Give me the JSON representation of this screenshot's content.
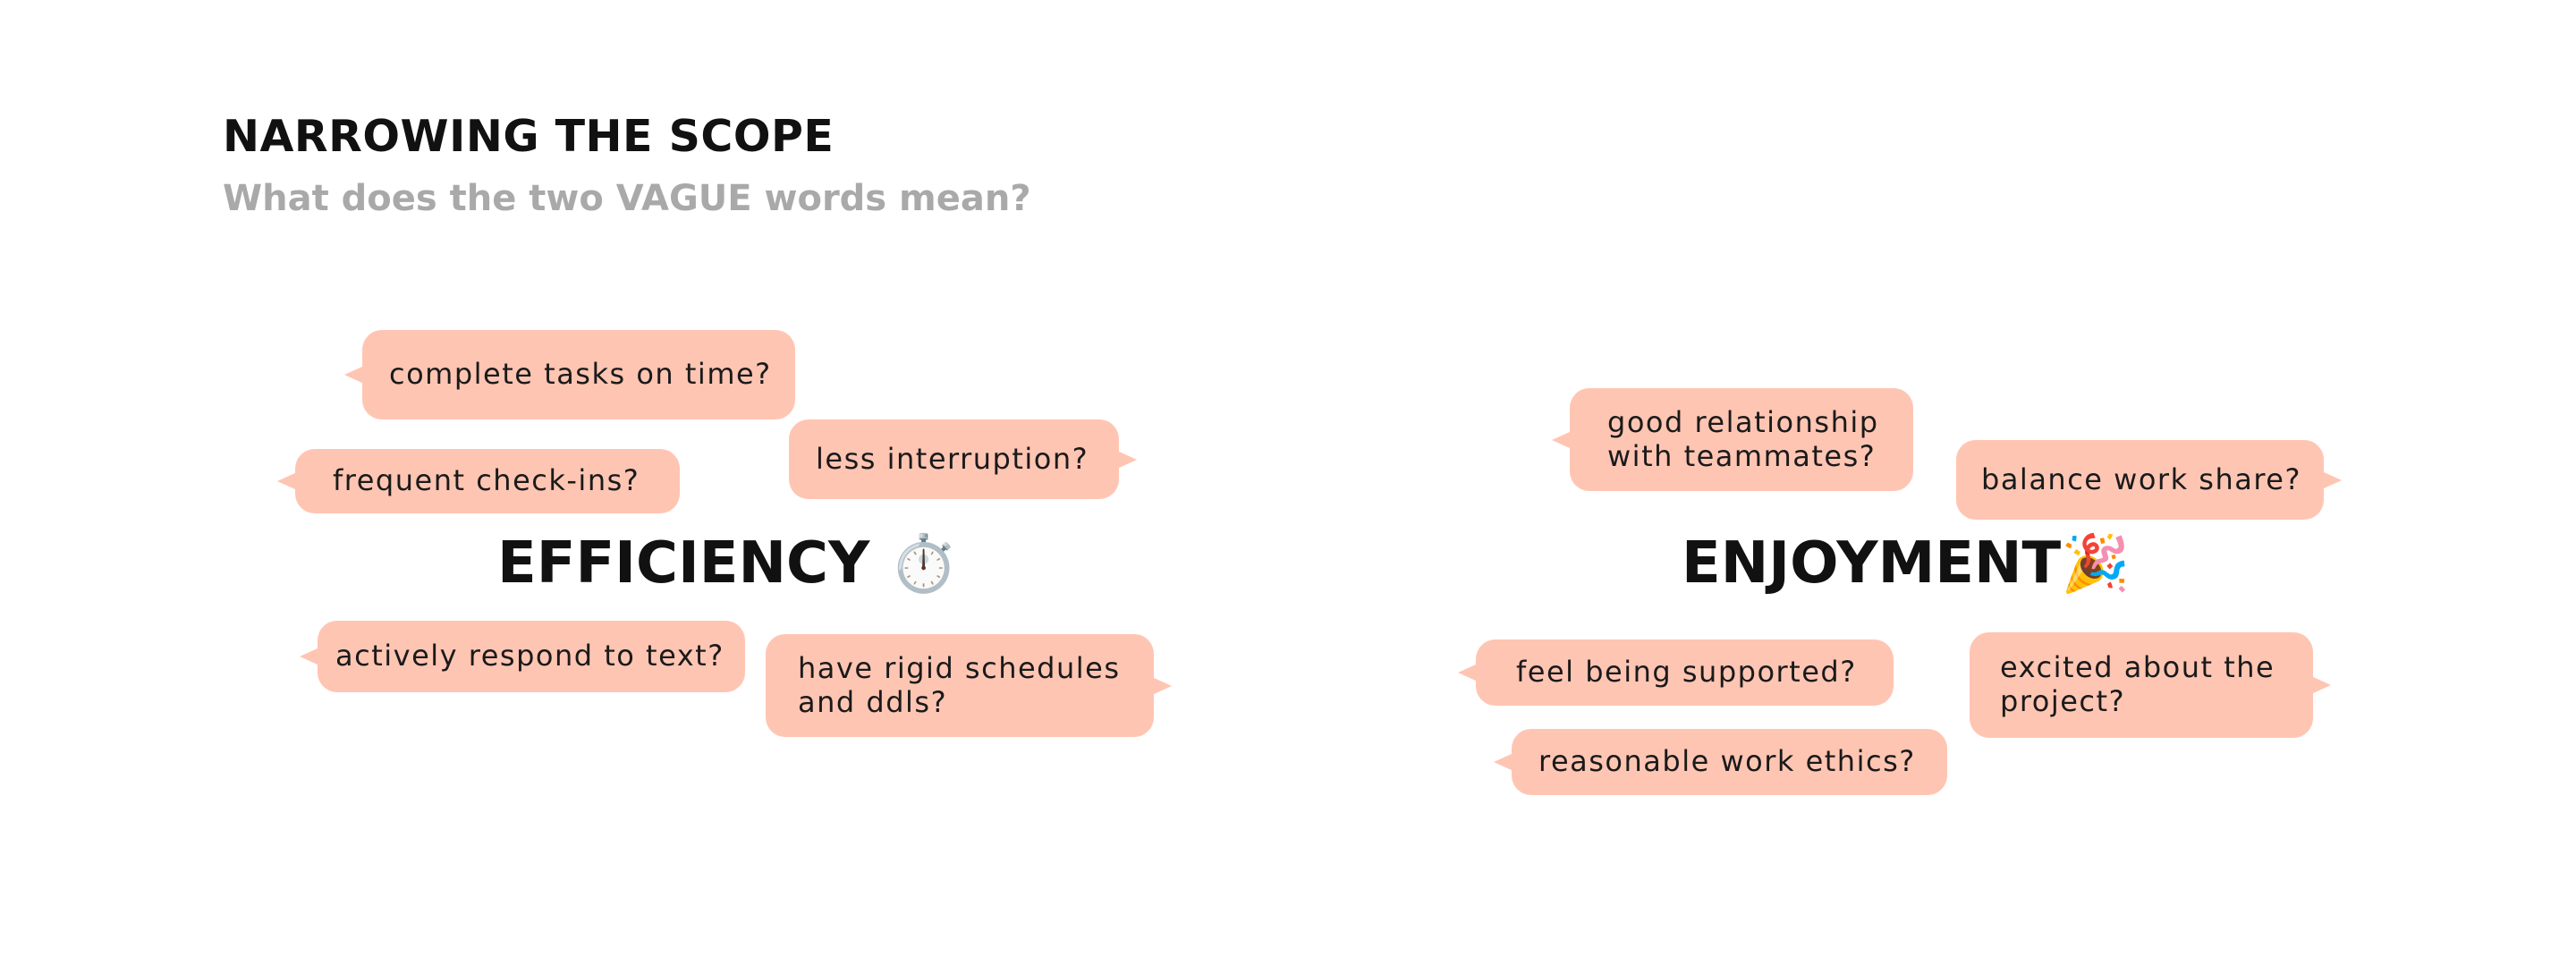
{
  "header": {
    "title": "NARROWING THE SCOPE",
    "subtitle": "What does the two VAGUE words mean?"
  },
  "efficiency": {
    "label": "EFFICIENCY",
    "emoji": "⏱️",
    "questions": [
      "complete tasks on time?",
      "less interruption?",
      "frequent check-ins?",
      "actively respond to text?",
      "have rigid schedules",
      "and ddls?"
    ]
  },
  "enjoyment": {
    "label": "ENJOYMENT",
    "emoji": "🎉",
    "questions": [
      "good relationship",
      "with teammates?",
      "balance work share?",
      "feel being supported?",
      "excited about the",
      "project?",
      "reasonable work ethics?"
    ]
  },
  "colors": {
    "bubble": "#ffc5b3",
    "title": "#111111",
    "subtitle": "#a9a9a9"
  }
}
